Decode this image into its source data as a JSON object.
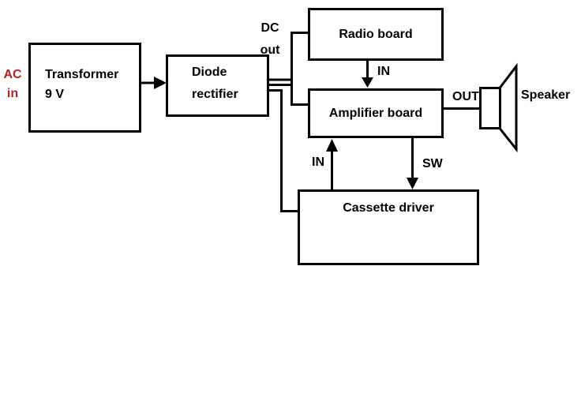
{
  "blocks": {
    "transformer": {
      "line1": "Transformer",
      "line2": "9 V"
    },
    "rectifier": {
      "line1": "Diode",
      "line2": "rectifier"
    },
    "radio": {
      "label": "Radio board"
    },
    "amplifier": {
      "label": "Amplifier board"
    },
    "cassette": {
      "label": "Cassette driver"
    }
  },
  "labels": {
    "ac_line1": "AC",
    "ac_line2": "in",
    "dc_line1": "DC",
    "dc_line2": "out",
    "radio_amp_in": "IN",
    "amp_out": "OUT",
    "speaker": "Speaker",
    "cassette_amp_in": "IN",
    "amp_cassette_sw": "SW"
  },
  "colors": {
    "ac_label_red": "#b22222",
    "line_black": "#000000",
    "background": "#ffffff"
  }
}
